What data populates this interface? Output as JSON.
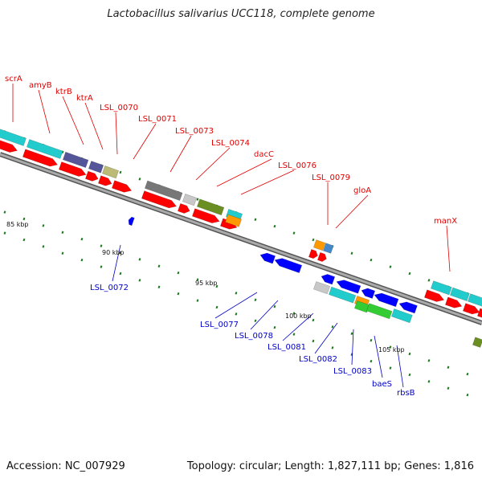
{
  "title": "Lactobacillus salivarius UCC118, complete genome",
  "footer": {
    "accession": "Accession: NC_007929",
    "topology": "Topology: circular; Length: 1,827,111 bp; Genes: 1,816"
  },
  "scale_labels": [
    "85 kbp",
    "90 kbp",
    "95 kbp",
    "100 kbp",
    "105 kbp"
  ],
  "top_labels": [
    "scrA",
    "amyB",
    "ktrB",
    "ktrA",
    "LSL_0070",
    "LSL_0071",
    "LSL_0073",
    "LSL_0074",
    "dacC",
    "LSL_0076",
    "LSL_0079",
    "gloA",
    "manX"
  ],
  "bottom_labels": [
    "LSL_0072",
    "LSL_0077",
    "LSL_0078",
    "LSL_0081",
    "LSL_0082",
    "LSL_0083",
    "baeS",
    "rbsB"
  ],
  "colors": {
    "forward": "#ff0000",
    "reverse": "#0000ff",
    "backbone": "#888888",
    "label_forward": "#e00000",
    "label_reverse": "#0000c8",
    "tick": "#1a7a1a",
    "cog_cyan": "#22cccc",
    "cog_purple": "#555599",
    "cog_khaki": "#bbbb77",
    "cog_grey": "#777777",
    "cog_lightgrey": "#c8c8c8",
    "cog_olive": "#6b8e23",
    "cog_orange": "#ff9900",
    "cog_steel": "#4488cc",
    "cog_green": "#33cc33"
  }
}
